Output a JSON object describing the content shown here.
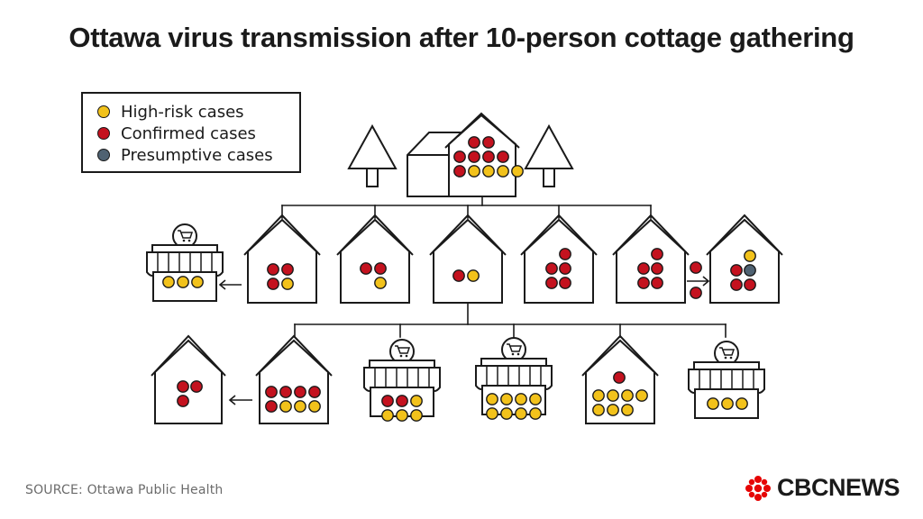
{
  "title": "Ottawa virus transmission after 10-person cottage gathering",
  "legend": [
    {
      "label": "High-risk cases",
      "color": "#f2c21b"
    },
    {
      "label": "Confirmed cases",
      "color": "#c4121f"
    },
    {
      "label": "Presumptive cases",
      "color": "#4f6272"
    }
  ],
  "source": "SOURCE: Ottawa Public Health",
  "logo": {
    "text": "CBCNEWS",
    "icon": "cbc-gem-icon",
    "color": "#e60505"
  },
  "colors": {
    "high_risk": "#f2c21b",
    "confirmed": "#c4121f",
    "presumptive": "#4f6272",
    "outline": "#1a1a1a"
  },
  "nodes": [
    {
      "id": "cottage",
      "type": "cottage",
      "confirmed": 7,
      "high_risk": 4,
      "presumptive": 0
    },
    {
      "id": "grocery-1",
      "type": "store",
      "confirmed": 0,
      "high_risk": 3,
      "presumptive": 0
    },
    {
      "id": "house-a",
      "type": "house",
      "confirmed": 3,
      "high_risk": 1,
      "presumptive": 0
    },
    {
      "id": "house-b",
      "type": "house",
      "confirmed": 2,
      "high_risk": 1,
      "presumptive": 0
    },
    {
      "id": "house-c",
      "type": "house",
      "confirmed": 1,
      "high_risk": 1,
      "presumptive": 0
    },
    {
      "id": "house-d",
      "type": "house",
      "confirmed": 5,
      "high_risk": 0,
      "presumptive": 0
    },
    {
      "id": "house-e",
      "type": "house",
      "confirmed": 5,
      "high_risk": 0,
      "presumptive": 0
    },
    {
      "id": "house-f",
      "type": "house",
      "confirmed": 3,
      "high_risk": 1,
      "presumptive": 1
    },
    {
      "id": "house-g",
      "type": "house",
      "confirmed": 3,
      "high_risk": 0,
      "presumptive": 0
    },
    {
      "id": "house-h",
      "type": "house",
      "confirmed": 5,
      "high_risk": 3,
      "presumptive": 0
    },
    {
      "id": "store-2",
      "type": "store",
      "confirmed": 2,
      "high_risk": 4,
      "presumptive": 0
    },
    {
      "id": "store-3",
      "type": "store",
      "confirmed": 0,
      "high_risk": 8,
      "presumptive": 0
    },
    {
      "id": "house-i",
      "type": "house",
      "confirmed": 1,
      "high_risk": 7,
      "presumptive": 0
    },
    {
      "id": "store-4",
      "type": "store",
      "confirmed": 0,
      "high_risk": 3,
      "presumptive": 0
    }
  ],
  "links": [
    {
      "from": "cottage",
      "to": "house-a"
    },
    {
      "from": "cottage",
      "to": "house-b"
    },
    {
      "from": "cottage",
      "to": "house-c"
    },
    {
      "from": "cottage",
      "to": "house-d"
    },
    {
      "from": "cottage",
      "to": "house-e"
    },
    {
      "from": "house-a",
      "to": "grocery-1"
    },
    {
      "from": "house-e",
      "to": "house-f"
    },
    {
      "from": "house-c",
      "to": "house-h"
    },
    {
      "from": "house-c",
      "to": "store-2"
    },
    {
      "from": "house-c",
      "to": "store-3"
    },
    {
      "from": "house-c",
      "to": "house-i"
    },
    {
      "from": "house-c",
      "to": "store-4"
    },
    {
      "from": "house-h",
      "to": "house-g"
    }
  ]
}
